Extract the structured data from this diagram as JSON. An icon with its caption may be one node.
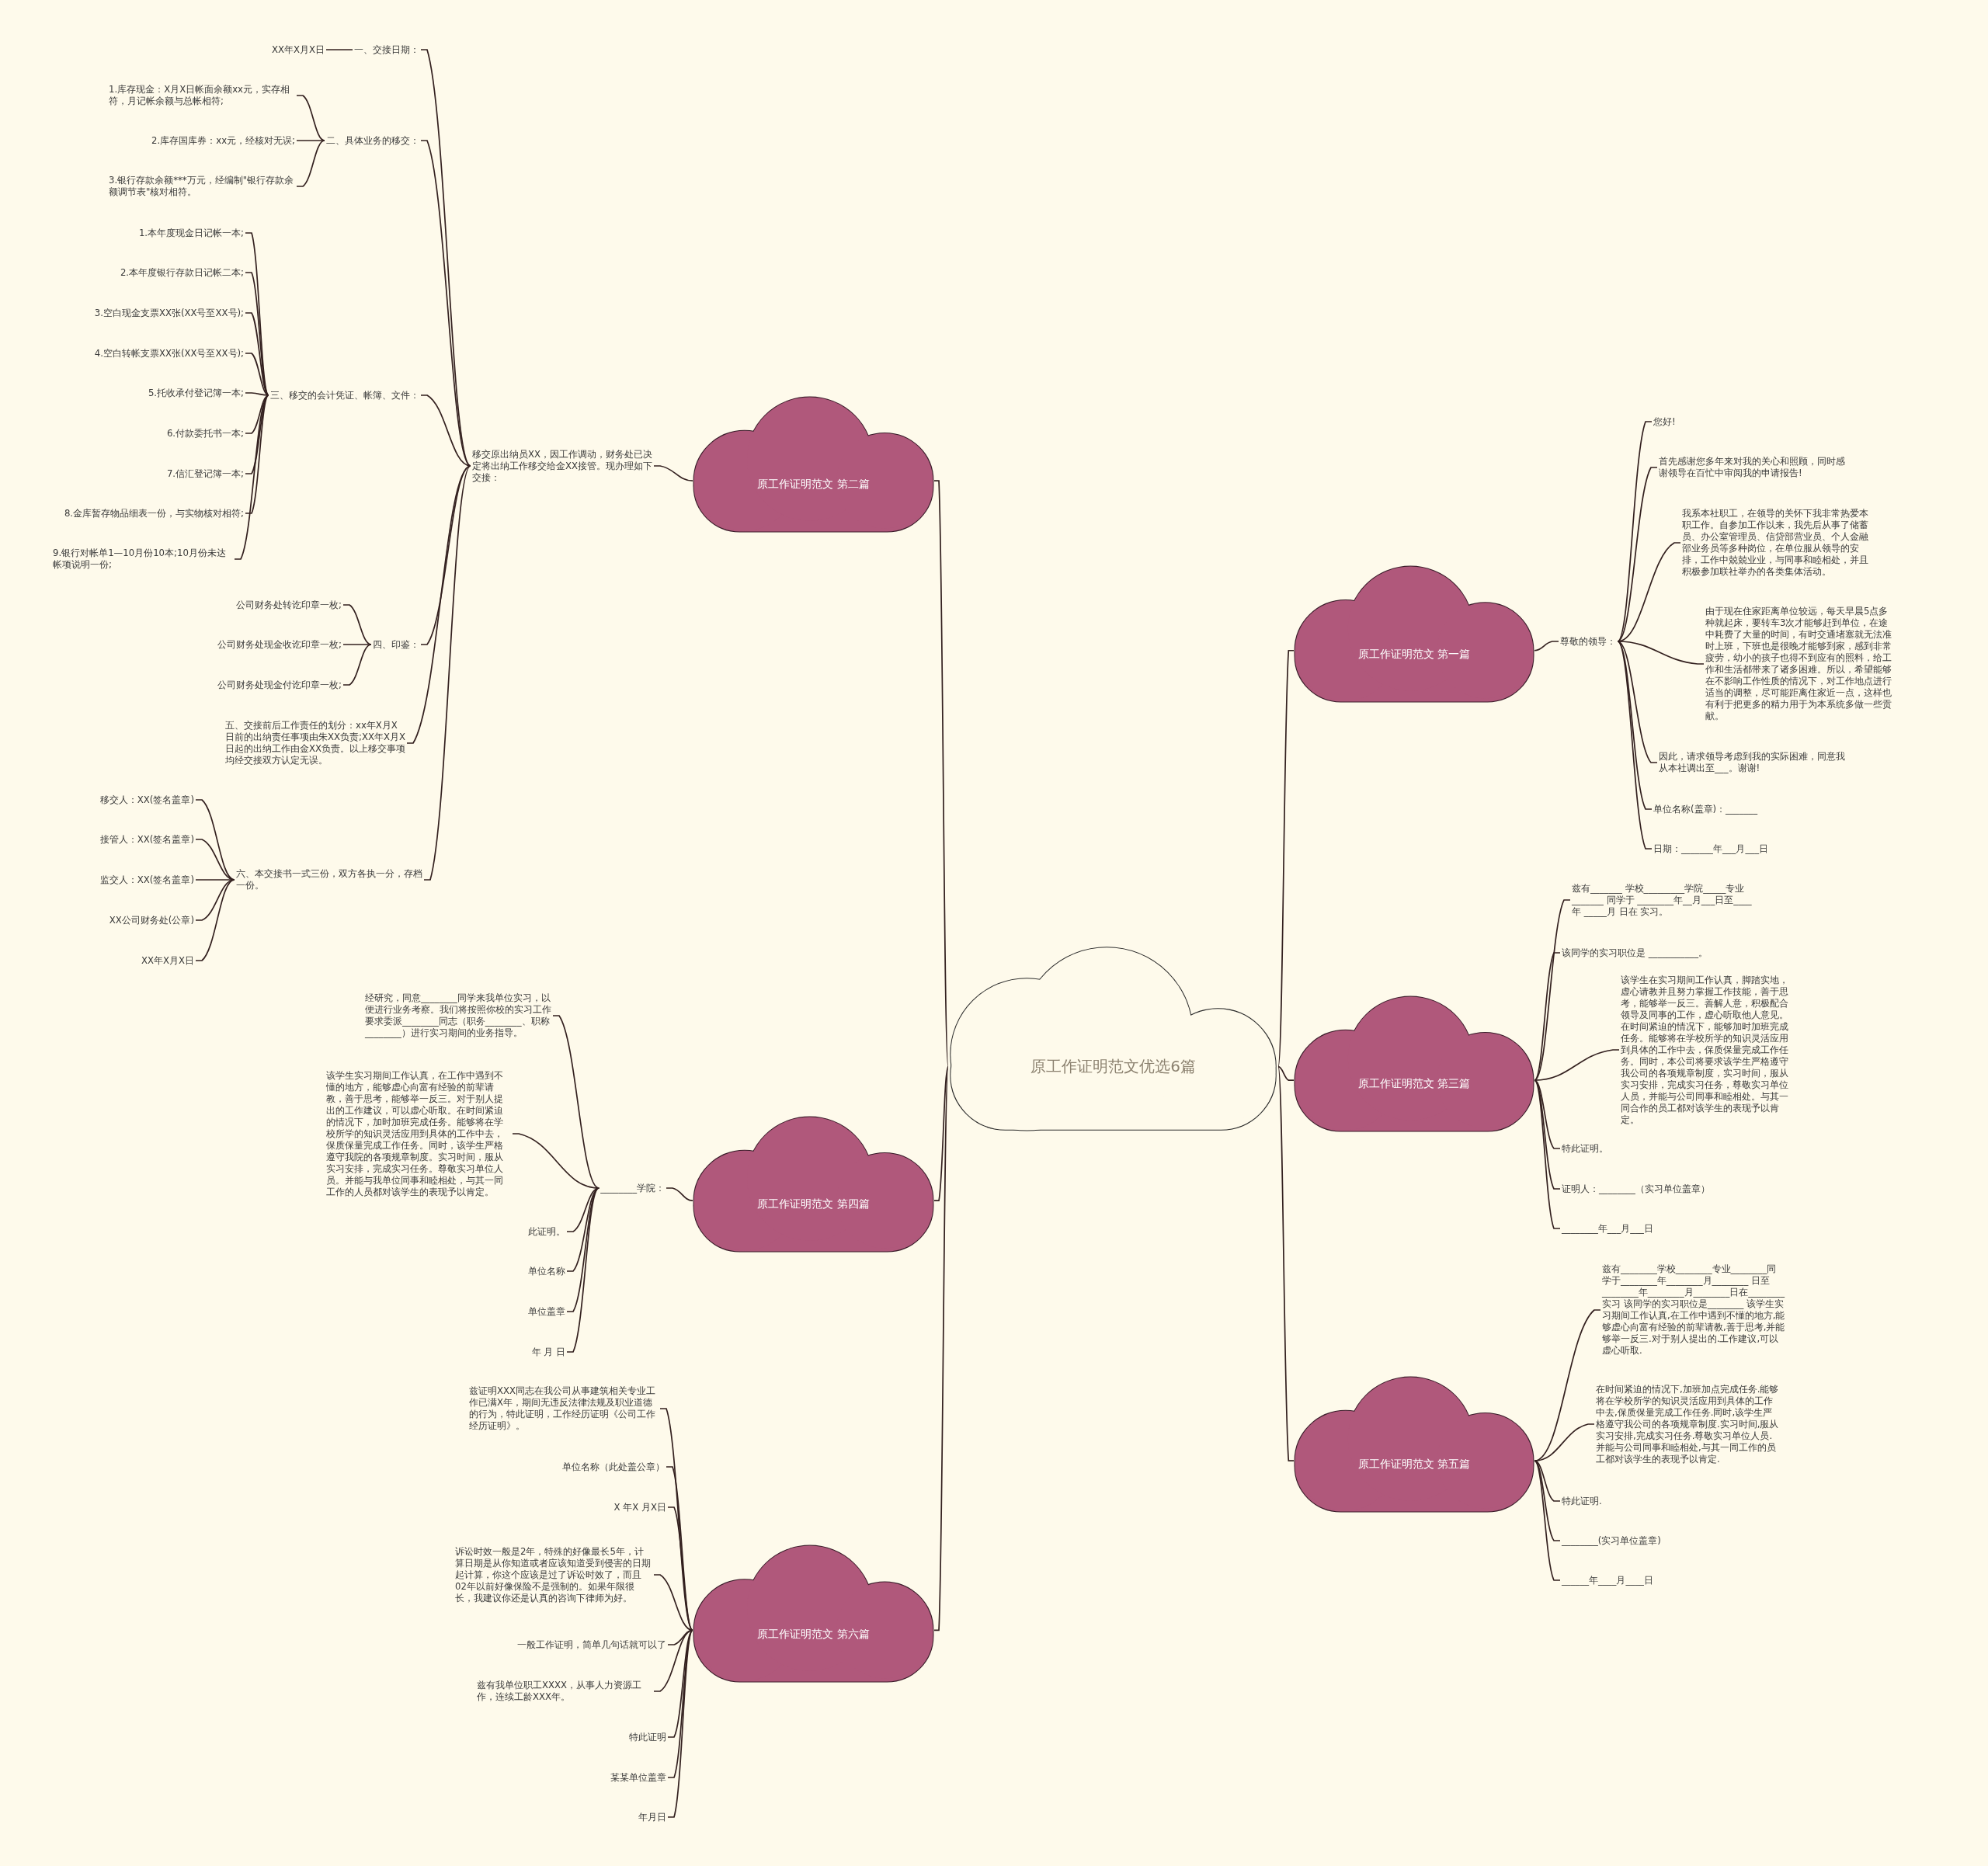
{
  "diagram": {
    "nodes": [
      {
        "text": [
          "原工作证明范文优选6篇"
        ]
      },
      {
        "text": [
          "原工作证明范文 第二篇"
        ]
      },
      {
        "text": [
          "移交原出纳员XX，因工作调动，财务处已决定将出纳工作移交给金XX接管。现办理如下交接："
        ]
      },
      {
        "text": [
          "一、交接日期："
        ]
      },
      {
        "text": [
          "XX年X月X日"
        ]
      },
      {
        "text": [
          "二、具体业务的移交："
        ]
      },
      {
        "text": [
          "1.库存现金：X月X日帐面余额xx元，实存相符，月记帐余额与总帐相符;"
        ]
      },
      {
        "text": [
          "2.库存国库券：xx元，经核对无误;"
        ]
      },
      {
        "text": [
          "3.银行存款余额***万元，经编制\"银行存款余额调节表\"核对相符。"
        ]
      },
      {
        "text": [
          "三、移交的会计凭证、帐簿、文件："
        ]
      },
      {
        "text": [
          "1.本年度现金日记帐一本;"
        ]
      },
      {
        "text": [
          "2.本年度银行存款日记帐二本;"
        ]
      },
      {
        "text": [
          "3.空白现金支票XX张(XX号至XX号);"
        ]
      },
      {
        "text": [
          "4.空白转帐支票XX张(XX号至XX号);"
        ]
      },
      {
        "text": [
          "5.托收承付登记簿一本;"
        ]
      },
      {
        "text": [
          "6.付款委托书一本;"
        ]
      },
      {
        "text": [
          "7.信汇登记簿一本;"
        ]
      },
      {
        "text": [
          "8.金库暂存物品细表一份，与实物核对相符;"
        ]
      },
      {
        "text": [
          "9.银行对帐单1—10月份10本;10月份未达帐项说明一份;"
        ]
      },
      {
        "text": [
          "四、印鉴："
        ]
      },
      {
        "text": [
          "公司财务处转讫印章一枚;"
        ]
      },
      {
        "text": [
          "公司财务处现金收讫印章一枚;"
        ]
      },
      {
        "text": [
          "公司财务处现金付讫印章一枚;"
        ]
      },
      {
        "text": [
          "五、交接前后工作责任的划分：xx年X月X日前的出纳责任事项由朱XX负责;XX年X月X日起的出纳工作由金XX负责。以上移交事项均经交接双方认定无误。"
        ]
      },
      {
        "text": [
          "六、本交接书一式三份，双方各执一分，存档一份。"
        ]
      },
      {
        "text": [
          "移交人：XX(签名盖章)"
        ]
      },
      {
        "text": [
          "接管人：XX(签名盖章)"
        ]
      },
      {
        "text": [
          "监交人：XX(签名盖章)"
        ]
      },
      {
        "text": [
          "XX公司财务处(公章)"
        ]
      },
      {
        "text": [
          "XX年X月X日"
        ]
      },
      {
        "text": [
          "原工作证明范文 第四篇"
        ]
      },
      {
        "text": [
          "________学院："
        ]
      },
      {
        "text": [
          "经研究，同意________同学来我单位实习，以便进行业务考察。我们将按照你校的实习工作要求委派________同志（职务________、职称________）进行实习期间的业务指导。"
        ]
      },
      {
        "text": [
          "该学生实习期间工作认真，在工作中遇到不懂的地方，能够虚心向富有经验的前辈请教，善于思考，能够举一反三。对于别人提出的工作建议，可以虚心听取。在时间紧迫的情况下，加时加班完成任务。能够将在学校所学的知识灵活应用到具体的工作中去，保质保量完成工作任务。同时，该学生严格遵守我院的各项规章制度。实习时间，服从实习安排，完成实习任务。尊敬实习单位人员。并能与我单位同事和睦相处，与其一同工作的人员都对该学生的表现予以肯定。"
        ]
      },
      {
        "text": [
          "此证明。"
        ]
      },
      {
        "text": [
          "单位名称"
        ]
      },
      {
        "text": [
          "单位盖章"
        ]
      },
      {
        "text": [
          "年 月 日"
        ]
      },
      {
        "text": [
          "原工作证明范文 第六篇"
        ]
      },
      {
        "text": [
          "兹证明XXX同志在我公司从事建筑相关专业工作已满X年，期间无违反法律法规及职业道德的行为，特此证明，工作经历证明《公司工作经历证明》。"
        ]
      },
      {
        "text": [
          "单位名称（此处盖公章）"
        ]
      },
      {
        "text": [
          "X 年X 月X日"
        ]
      },
      {
        "text": [
          "诉讼时效一般是2年，特殊的好像最长5年，计算日期是从你知道或者应该知道受到侵害的日期起计算，你这个应该是过了诉讼时效了，而且02年以前好像保险不是强制的。如果年限很长，我建议你还是认真的咨询下律师为好。"
        ]
      },
      {
        "text": [
          "一般工作证明，简单几句话就可以了"
        ]
      },
      {
        "text": [
          "兹有我单位职工XXXX，从事人力资源工作，连续工龄XXX年。"
        ]
      },
      {
        "text": [
          "特此证明"
        ]
      },
      {
        "text": [
          "某某单位盖章"
        ]
      },
      {
        "text": [
          "年月日"
        ]
      },
      {
        "text": [
          "原工作证明范文 第一篇"
        ]
      },
      {
        "text": [
          "尊敬的领导："
        ]
      },
      {
        "text": [
          "您好!"
        ]
      },
      {
        "text": [
          "首先感谢您多年来对我的关心和照顾，同时感谢领导在百忙中审阅我的申请报告!"
        ]
      },
      {
        "text": [
          "我系本社职工，在领导的关怀下我非常热爱本职工作。自参加工作以来，我先后从事了储蓄员、办公室管理员、信贷部营业员、个人金融部业务员等多种岗位，在单位服从领导的安排，工作中兢兢业业，与同事和睦相处，并且积极参加联社举办的各类集体活动。"
        ]
      },
      {
        "text": [
          "由于现在住家距离单位较远，每天早晨5点多种就起床，要转车3次才能够赶到单位，在途中耗费了大量的时间，有时交通堵塞就无法准时上班，下班也是很晚才能够到家，感到非常疲劳，幼小的孩子也得不到应有的照料，给工作和生活都带来了诸多困难。所以，希望能够在不影响工作性质的情况下，对工作地点进行适当的调整，尽可能距离住家近一点，这样也有利于把更多的精力用于为本系统多做一些贡献。"
        ]
      },
      {
        "text": [
          "因此，请求领导考虑到我的实际困难，同意我从本社调出至___。谢谢!"
        ]
      },
      {
        "text": [
          "单位名称(盖章)：_______"
        ]
      },
      {
        "text": [
          "日期：_______年___月___日"
        ]
      },
      {
        "text": [
          "原工作证明范文 第三篇"
        ]
      },
      {
        "text": [
          "兹有_______ 学校_________学院_____专业_______ 同学于 ________年__月___日至____年 _____月 日在 实习。"
        ]
      },
      {
        "text": [
          "该同学的实习职位是 ___________。"
        ]
      },
      {
        "text": [
          "该学生在实习期间工作认真，脚踏实地，虚心请教并且努力掌握工作技能，善于思考，能够举一反三。善解人意，积极配合领导及同事的工作，虚心听取他人意见。在时间紧迫的情况下，能够加时加班完成任务。能够将在学校所学的知识灵活应用到具体的工作中去，保质保量完成工作任务。同时，本公司将要求该学生严格遵守我公司的各项规章制度，实习时间，服从实习安排，完成实习任务，尊敬实习单位人员，并能与公司同事和睦相处。与其一同合作的员工都对该学生的表现予以肯定。"
        ]
      },
      {
        "text": [
          "特此证明。"
        ]
      },
      {
        "text": [
          "证明人：________（实习单位盖章）"
        ]
      },
      {
        "text": [
          "________年___月___日"
        ]
      },
      {
        "text": [
          "原工作证明范文 第五篇"
        ]
      },
      {
        "text": [
          "兹有________学校________专业________同学于________年________月________ 日至________年________月________日在________实习 该同学的实习职位是________ 该学生实习期间工作认真,在工作中遇到不懂的地方,能够虚心向富有经验的前辈请教,善于思考,并能够举一反三.对于别人提出的.工作建议,可以虚心听取."
        ]
      },
      {
        "text": [
          "在时间紧迫的情况下,加班加点完成任务.能够将在学校所学的知识灵活应用到具体的工作中去,保质保量完成工作任务.同时,该学生严格遵守我公司的各项规章制度.实习时间,服从实习安排,完成实习任务.尊敬实习单位人员.并能与公司同事和睦相处,与其一同工作的员工都对该学生的表现予以肯定."
        ]
      },
      {
        "text": [
          "特此证明."
        ]
      },
      {
        "text": [
          "________(实习单位盖章)"
        ]
      },
      {
        "text": [
          "______年____月____日"
        ]
      }
    ],
    "edges": [
      {
        "from": 0,
        "to": 1,
        "arrow": "none"
      },
      {
        "from": 0,
        "to": 30,
        "arrow": "none"
      },
      {
        "from": 0,
        "to": 38,
        "arrow": "none"
      },
      {
        "from": 0,
        "to": 48,
        "arrow": "none"
      },
      {
        "from": 0,
        "to": 57,
        "arrow": "none"
      },
      {
        "from": 0,
        "to": 64,
        "arrow": "none"
      },
      {
        "from": 1,
        "to": 2,
        "arrow": "none"
      },
      {
        "from": 2,
        "to": 3,
        "arrow": "none"
      },
      {
        "from": 2,
        "to": 5,
        "arrow": "none"
      },
      {
        "from": 2,
        "to": 9,
        "arrow": "none"
      },
      {
        "from": 2,
        "to": 19,
        "arrow": "none"
      },
      {
        "from": 2,
        "to": 23,
        "arrow": "none"
      },
      {
        "from": 2,
        "to": 24,
        "arrow": "none"
      },
      {
        "from": 3,
        "to": 4,
        "arrow": "none"
      },
      {
        "from": 5,
        "to": 6,
        "arrow": "none"
      },
      {
        "from": 5,
        "to": 7,
        "arrow": "none"
      },
      {
        "from": 5,
        "to": 8,
        "arrow": "none"
      },
      {
        "from": 9,
        "to": 10,
        "arrow": "none"
      },
      {
        "from": 9,
        "to": 11,
        "arrow": "none"
      },
      {
        "from": 9,
        "to": 12,
        "arrow": "none"
      },
      {
        "from": 9,
        "to": 13,
        "arrow": "none"
      },
      {
        "from": 9,
        "to": 14,
        "arrow": "none"
      },
      {
        "from": 9,
        "to": 15,
        "arrow": "none"
      },
      {
        "from": 9,
        "to": 16,
        "arrow": "none"
      },
      {
        "from": 9,
        "to": 17,
        "arrow": "none"
      },
      {
        "from": 9,
        "to": 18,
        "arrow": "none"
      },
      {
        "from": 19,
        "to": 20,
        "arrow": "none"
      },
      {
        "from": 19,
        "to": 21,
        "arrow": "none"
      },
      {
        "from": 19,
        "to": 22,
        "arrow": "none"
      },
      {
        "from": 24,
        "to": 25,
        "arrow": "none"
      },
      {
        "from": 24,
        "to": 26,
        "arrow": "none"
      },
      {
        "from": 24,
        "to": 27,
        "arrow": "none"
      },
      {
        "from": 24,
        "to": 28,
        "arrow": "none"
      },
      {
        "from": 24,
        "to": 29,
        "arrow": "none"
      },
      {
        "from": 30,
        "to": 31,
        "arrow": "none"
      },
      {
        "from": 31,
        "to": 32,
        "arrow": "none"
      },
      {
        "from": 31,
        "to": 33,
        "arrow": "none"
      },
      {
        "from": 31,
        "to": 34,
        "arrow": "none"
      },
      {
        "from": 31,
        "to": 35,
        "arrow": "none"
      },
      {
        "from": 31,
        "to": 36,
        "arrow": "none"
      },
      {
        "from": 31,
        "to": 37,
        "arrow": "none"
      },
      {
        "from": 38,
        "to": 39,
        "arrow": "none"
      },
      {
        "from": 38,
        "to": 40,
        "arrow": "none"
      },
      {
        "from": 38,
        "to": 41,
        "arrow": "none"
      },
      {
        "from": 38,
        "to": 42,
        "arrow": "none"
      },
      {
        "from": 38,
        "to": 43,
        "arrow": "none"
      },
      {
        "from": 38,
        "to": 44,
        "arrow": "none"
      },
      {
        "from": 38,
        "to": 45,
        "arrow": "none"
      },
      {
        "from": 38,
        "to": 46,
        "arrow": "none"
      },
      {
        "from": 38,
        "to": 47,
        "arrow": "none"
      },
      {
        "from": 48,
        "to": 49,
        "arrow": "none"
      },
      {
        "from": 49,
        "to": 50,
        "arrow": "none"
      },
      {
        "from": 49,
        "to": 51,
        "arrow": "none"
      },
      {
        "from": 49,
        "to": 52,
        "arrow": "none"
      },
      {
        "from": 49,
        "to": 53,
        "arrow": "none"
      },
      {
        "from": 49,
        "to": 54,
        "arrow": "none"
      },
      {
        "from": 49,
        "to": 55,
        "arrow": "none"
      },
      {
        "from": 49,
        "to": 56,
        "arrow": "none"
      },
      {
        "from": 57,
        "to": 58,
        "arrow": "none"
      },
      {
        "from": 57,
        "to": 59,
        "arrow": "none"
      },
      {
        "from": 57,
        "to": 60,
        "arrow": "none"
      },
      {
        "from": 57,
        "to": 61,
        "arrow": "none"
      },
      {
        "from": 57,
        "to": 62,
        "arrow": "none"
      },
      {
        "from": 57,
        "to": 63,
        "arrow": "none"
      },
      {
        "from": 64,
        "to": 65,
        "arrow": "none"
      },
      {
        "from": 64,
        "to": 66,
        "arrow": "none"
      },
      {
        "from": 64,
        "to": 67,
        "arrow": "none"
      },
      {
        "from": 64,
        "to": 68,
        "arrow": "none"
      },
      {
        "from": 64,
        "to": 69,
        "arrow": "none"
      }
    ]
  }
}
